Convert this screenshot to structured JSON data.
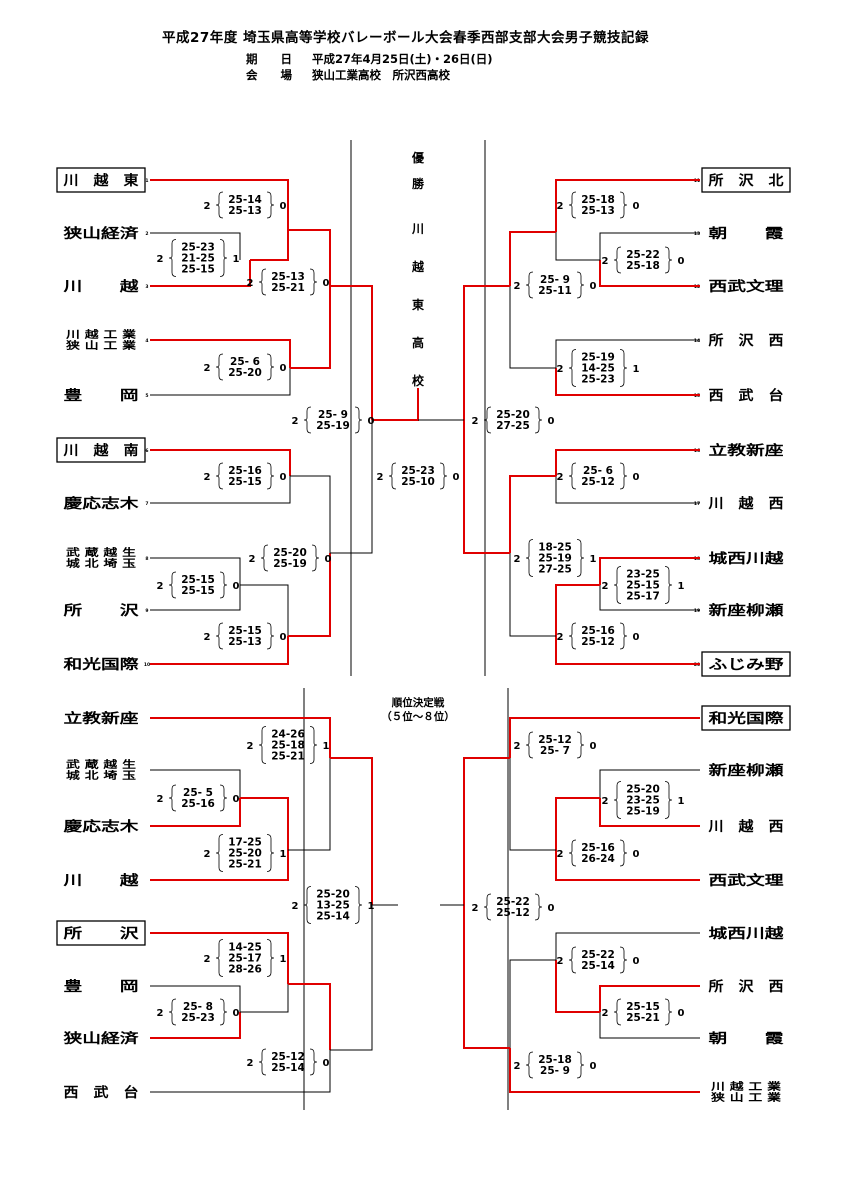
{
  "header": {
    "title": "平成27年度 埼玉県高等学校バレーボール大会春季西部支部大会男子競技記録",
    "date_label": "期　　日",
    "date_value": "平成27年4月25日(土)・26日(日)",
    "venue_label": "会　　場",
    "venue_value": "狭山工業高校　所沢西高校"
  },
  "champion": {
    "label": "優勝",
    "team": "川越東高校"
  },
  "placement_title": [
    "順位決定戦",
    "（５位～８位）"
  ],
  "main_left": [
    {
      "name": "川　越　東",
      "seed": "1",
      "boxed": true
    },
    {
      "name": "狭山経済",
      "seed": "2"
    },
    {
      "name": "川　　越",
      "seed": "3"
    },
    {
      "name": [
        "川 越 工 業",
        "狭 山 工 業"
      ],
      "seed": "4"
    },
    {
      "name": "豊　　岡",
      "seed": "5"
    },
    {
      "name": "川　越　南",
      "seed": "6",
      "boxed": true
    },
    {
      "name": "慶応志木",
      "seed": "7"
    },
    {
      "name": [
        "武 蔵 越 生",
        "城 北 埼 玉"
      ],
      "seed": "8"
    },
    {
      "name": "所　　沢",
      "seed": "9"
    },
    {
      "name": "和光国際",
      "seed": "10"
    }
  ],
  "main_right": [
    {
      "name": "所　沢　北",
      "seed": "11",
      "boxed": true
    },
    {
      "name": "朝　　霞",
      "seed": "13"
    },
    {
      "name": "西武文理",
      "seed": "12"
    },
    {
      "name": "所　沢　西",
      "seed": "14"
    },
    {
      "name": "西　武　台",
      "seed": "15"
    },
    {
      "name": "立教新座",
      "seed": "16"
    },
    {
      "name": "川　越　西",
      "seed": "17"
    },
    {
      "name": "城西川越",
      "seed": "18"
    },
    {
      "name": "新座柳瀬",
      "seed": "19"
    },
    {
      "name": "ふじみ野",
      "seed": "20",
      "boxed": true
    }
  ],
  "place_left": [
    {
      "name": "立教新座"
    },
    {
      "name": [
        "武 蔵 越 生",
        "城 北 埼 玉"
      ]
    },
    {
      "name": "慶応志木"
    },
    {
      "name": "川　　越"
    },
    {
      "name": "所　　沢",
      "boxed": true
    },
    {
      "name": "豊　　岡"
    },
    {
      "name": "狭山経済"
    },
    {
      "name": "西　武　台"
    }
  ],
  "place_right": [
    {
      "name": "和光国際",
      "boxed": true
    },
    {
      "name": "新座柳瀬"
    },
    {
      "name": "川　越　西"
    },
    {
      "name": "西武文理"
    },
    {
      "name": "城西川越"
    },
    {
      "name": "所　沢　西"
    },
    {
      "name": "朝　　霞"
    },
    {
      "name": [
        "川 越 工 業",
        "狭 山 工 業"
      ]
    }
  ],
  "matches": [
    {
      "l": "2",
      "sets": [
        "25-14",
        "25-13"
      ],
      "r": "0"
    },
    {
      "l": "2",
      "sets": [
        "25-23",
        "21-25",
        "25-15"
      ],
      "r": "1"
    },
    {
      "l": "2",
      "sets": [
        "25-13",
        "25-21"
      ],
      "r": "0"
    },
    {
      "l": "2",
      "sets": [
        "25- 6",
        "25-20"
      ],
      "r": "0"
    },
    {
      "l": "2",
      "sets": [
        "25- 9",
        "25-19"
      ],
      "r": "0"
    },
    {
      "l": "2",
      "sets": [
        "25-16",
        "25-15"
      ],
      "r": "0"
    },
    {
      "l": "2",
      "sets": [
        "25-20",
        "25-19"
      ],
      "r": "0"
    },
    {
      "l": "2",
      "sets": [
        "25-15",
        "25-15"
      ],
      "r": "0"
    },
    {
      "l": "2",
      "sets": [
        "25-15",
        "25-13"
      ],
      "r": "0"
    },
    {
      "l": "2",
      "sets": [
        "25-23",
        "25-10"
      ],
      "r": "0"
    },
    {
      "l": "2",
      "sets": [
        "25-18",
        "25-13"
      ],
      "r": "0"
    },
    {
      "l": "2",
      "sets": [
        "25-22",
        "25-18"
      ],
      "r": "0"
    },
    {
      "l": "2",
      "sets": [
        "25- 9",
        "25-11"
      ],
      "r": "0"
    },
    {
      "l": "2",
      "sets": [
        "25-19",
        "14-25",
        "25-23"
      ],
      "r": "1"
    },
    {
      "l": "2",
      "sets": [
        "25-20",
        "27-25"
      ],
      "r": "0"
    },
    {
      "l": "2",
      "sets": [
        "25- 6",
        "25-12"
      ],
      "r": "0"
    },
    {
      "l": "2",
      "sets": [
        "18-25",
        "25-19",
        "27-25"
      ],
      "r": "1"
    },
    {
      "l": "2",
      "sets": [
        "23-25",
        "25-15",
        "25-17"
      ],
      "r": "1"
    },
    {
      "l": "2",
      "sets": [
        "25-16",
        "25-12"
      ],
      "r": "0"
    },
    {
      "l": "2",
      "sets": [
        "24-26",
        "25-18",
        "25-21"
      ],
      "r": "1"
    },
    {
      "l": "2",
      "sets": [
        "25- 5",
        "25-16"
      ],
      "r": "0"
    },
    {
      "l": "2",
      "sets": [
        "17-25",
        "25-20",
        "25-21"
      ],
      "r": "1"
    },
    {
      "l": "2",
      "sets": [
        "25-20",
        "13-25",
        "25-14"
      ],
      "r": "1"
    },
    {
      "l": "2",
      "sets": [
        "14-25",
        "25-17",
        "28-26"
      ],
      "r": "1"
    },
    {
      "l": "2",
      "sets": [
        "25- 8",
        "25-23"
      ],
      "r": "0"
    },
    {
      "l": "2",
      "sets": [
        "25-12",
        "25-14"
      ],
      "r": "0"
    },
    {
      "l": "2",
      "sets": [
        "25-12",
        "25- 7"
      ],
      "r": "0"
    },
    {
      "l": "2",
      "sets": [
        "25-20",
        "23-25",
        "25-19"
      ],
      "r": "1"
    },
    {
      "l": "2",
      "sets": [
        "25-16",
        "26-24"
      ],
      "r": "0"
    },
    {
      "l": "2",
      "sets": [
        "25-22",
        "25-12"
      ],
      "r": "0"
    },
    {
      "l": "2",
      "sets": [
        "25-22",
        "25-14"
      ],
      "r": "0"
    },
    {
      "l": "2",
      "sets": [
        "25-15",
        "25-21"
      ],
      "r": "0"
    },
    {
      "l": "2",
      "sets": [
        "25-18",
        "25- 9"
      ],
      "r": "0"
    }
  ],
  "colors": {
    "winner_line": "#e00000",
    "loser_line": "#000000"
  }
}
